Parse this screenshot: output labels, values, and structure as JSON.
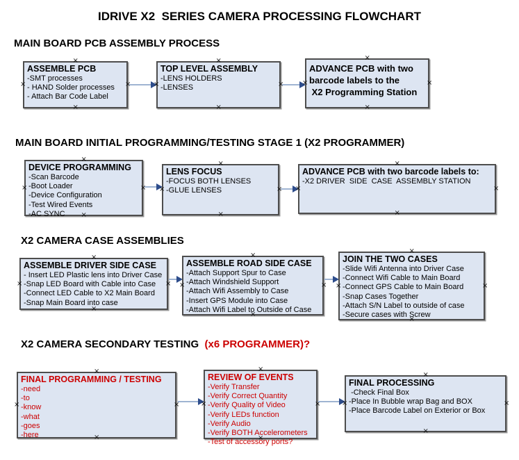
{
  "title": "IDRIVE X2  SERIES CAMERA PROCESSING FLOWCHART",
  "colors": {
    "box_fill": "#dde5f2",
    "box_border": "#4d4d4d",
    "arrow_line": "#9fb4d2",
    "arrow_head": "#2e4d8c",
    "red_text": "#cc0000"
  },
  "sections": [
    {
      "heading": "MAIN BOARD PCB ASSEMBLY PROCESS",
      "boxes": [
        {
          "title": "ASSEMBLE PCB",
          "items": [
            "-SMT processes",
            "- HAND Solder processes",
            "- Attach Bar Code Label"
          ]
        },
        {
          "title": "TOP LEVEL ASSEMBLY",
          "items": [
            "-LENS HOLDERS",
            "-LENSES"
          ]
        },
        {
          "title": "ADVANCE PCB with two\nbarcode labels to the\n X2 Programming Station",
          "items": []
        }
      ]
    },
    {
      "heading": "MAIN BOARD INITIAL PROGRAMMING/TESTING STAGE 1 (X2 PROGRAMMER)",
      "boxes": [
        {
          "title": "DEVICE PROGRAMMING",
          "items": [
            "-Scan Barcode",
            "-Boot Loader",
            "-Device Configuration",
            "-Test Wired Events",
            "-AC SYNC"
          ]
        },
        {
          "title": "LENS FOCUS",
          "items": [
            "-FOCUS BOTH LENSES",
            "-GLUE LENSES"
          ]
        },
        {
          "title": "ADVANCE PCB with two barcode labels to:",
          "items": [
            "-X2 DRIVER  SIDE  CASE  ASSEMBLY STATION"
          ]
        }
      ]
    },
    {
      "heading": "X2 CAMERA CASE ASSEMBLIES",
      "boxes": [
        {
          "title": "ASSEMBLE DRIVER SIDE CASE",
          "items": [
            "- Insert LED Plastic lens into Driver Case",
            "-Snap LED Board with Cable into Case",
            "-Connect LED Cable to X2 Main Board",
            "-Snap Main Board into case"
          ]
        },
        {
          "title": "ASSEMBLE ROAD SIDE CASE",
          "items": [
            "-Attach Support Spur to Case",
            "-Attach Windshield Support",
            "-Attach Wifi Assembly to Case",
            "-Insert GPS Module into Case",
            "-Attach Wifi Label to Outside of Case"
          ]
        },
        {
          "title": "JOIN THE TWO CASES",
          "items": [
            "-Slide Wifi Antenna into Driver Case",
            "-Connect Wifi Cable to Main Board",
            "-Connect GPS Cable to Main Board",
            "-Snap Cases Together",
            "-Attach S/N Label to outside of case",
            "-Secure cases with Screw"
          ]
        }
      ]
    },
    {
      "heading": "X2 CAMERA SECONDARY TESTING ",
      "heading_red": " (x6 PROGRAMMER)?",
      "boxes": [
        {
          "title": "FINAL PROGRAMMING / TESTING",
          "items": [
            "-need",
            "-to",
            "-know",
            "-what",
            "-goes",
            "-here"
          ]
        },
        {
          "title": "REVIEW OF EVENTS",
          "items": [
            "-Verify Transfer",
            "-Verify Correct Quantity",
            "-Verify Quality of Video",
            "-Verify LEDs function",
            "-Verify Audio",
            "-Verify BOTH Accelerometers",
            "-Test of accessory ports?"
          ]
        },
        {
          "title": "FINAL PROCESSING",
          "items": [
            " -Check Final Box",
            "-Place In Bubble wrap Bag and BOX",
            "-Place Barcode Label on Exterior or Box"
          ]
        }
      ]
    }
  ]
}
